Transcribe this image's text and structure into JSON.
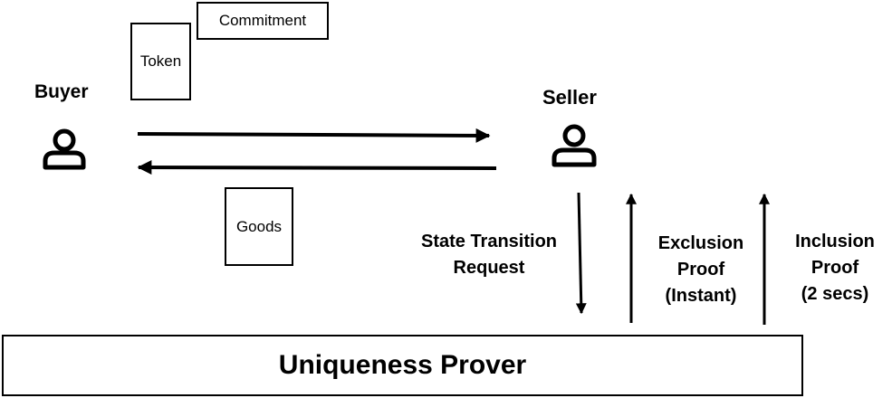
{
  "actors": {
    "buyer": "Buyer",
    "seller": "Seller"
  },
  "items": {
    "commitment": "Commitment",
    "token": "Token",
    "goods": "Goods"
  },
  "flows": {
    "state_transition_request": [
      "State Transition",
      "Request"
    ],
    "exclusion_proof": [
      "Exclusion",
      "Proof",
      "(Instant)"
    ],
    "inclusion_proof": [
      "Inclusion",
      "Proof",
      "(2 secs)"
    ]
  },
  "prover": {
    "title": "Uniqueness Prover"
  }
}
